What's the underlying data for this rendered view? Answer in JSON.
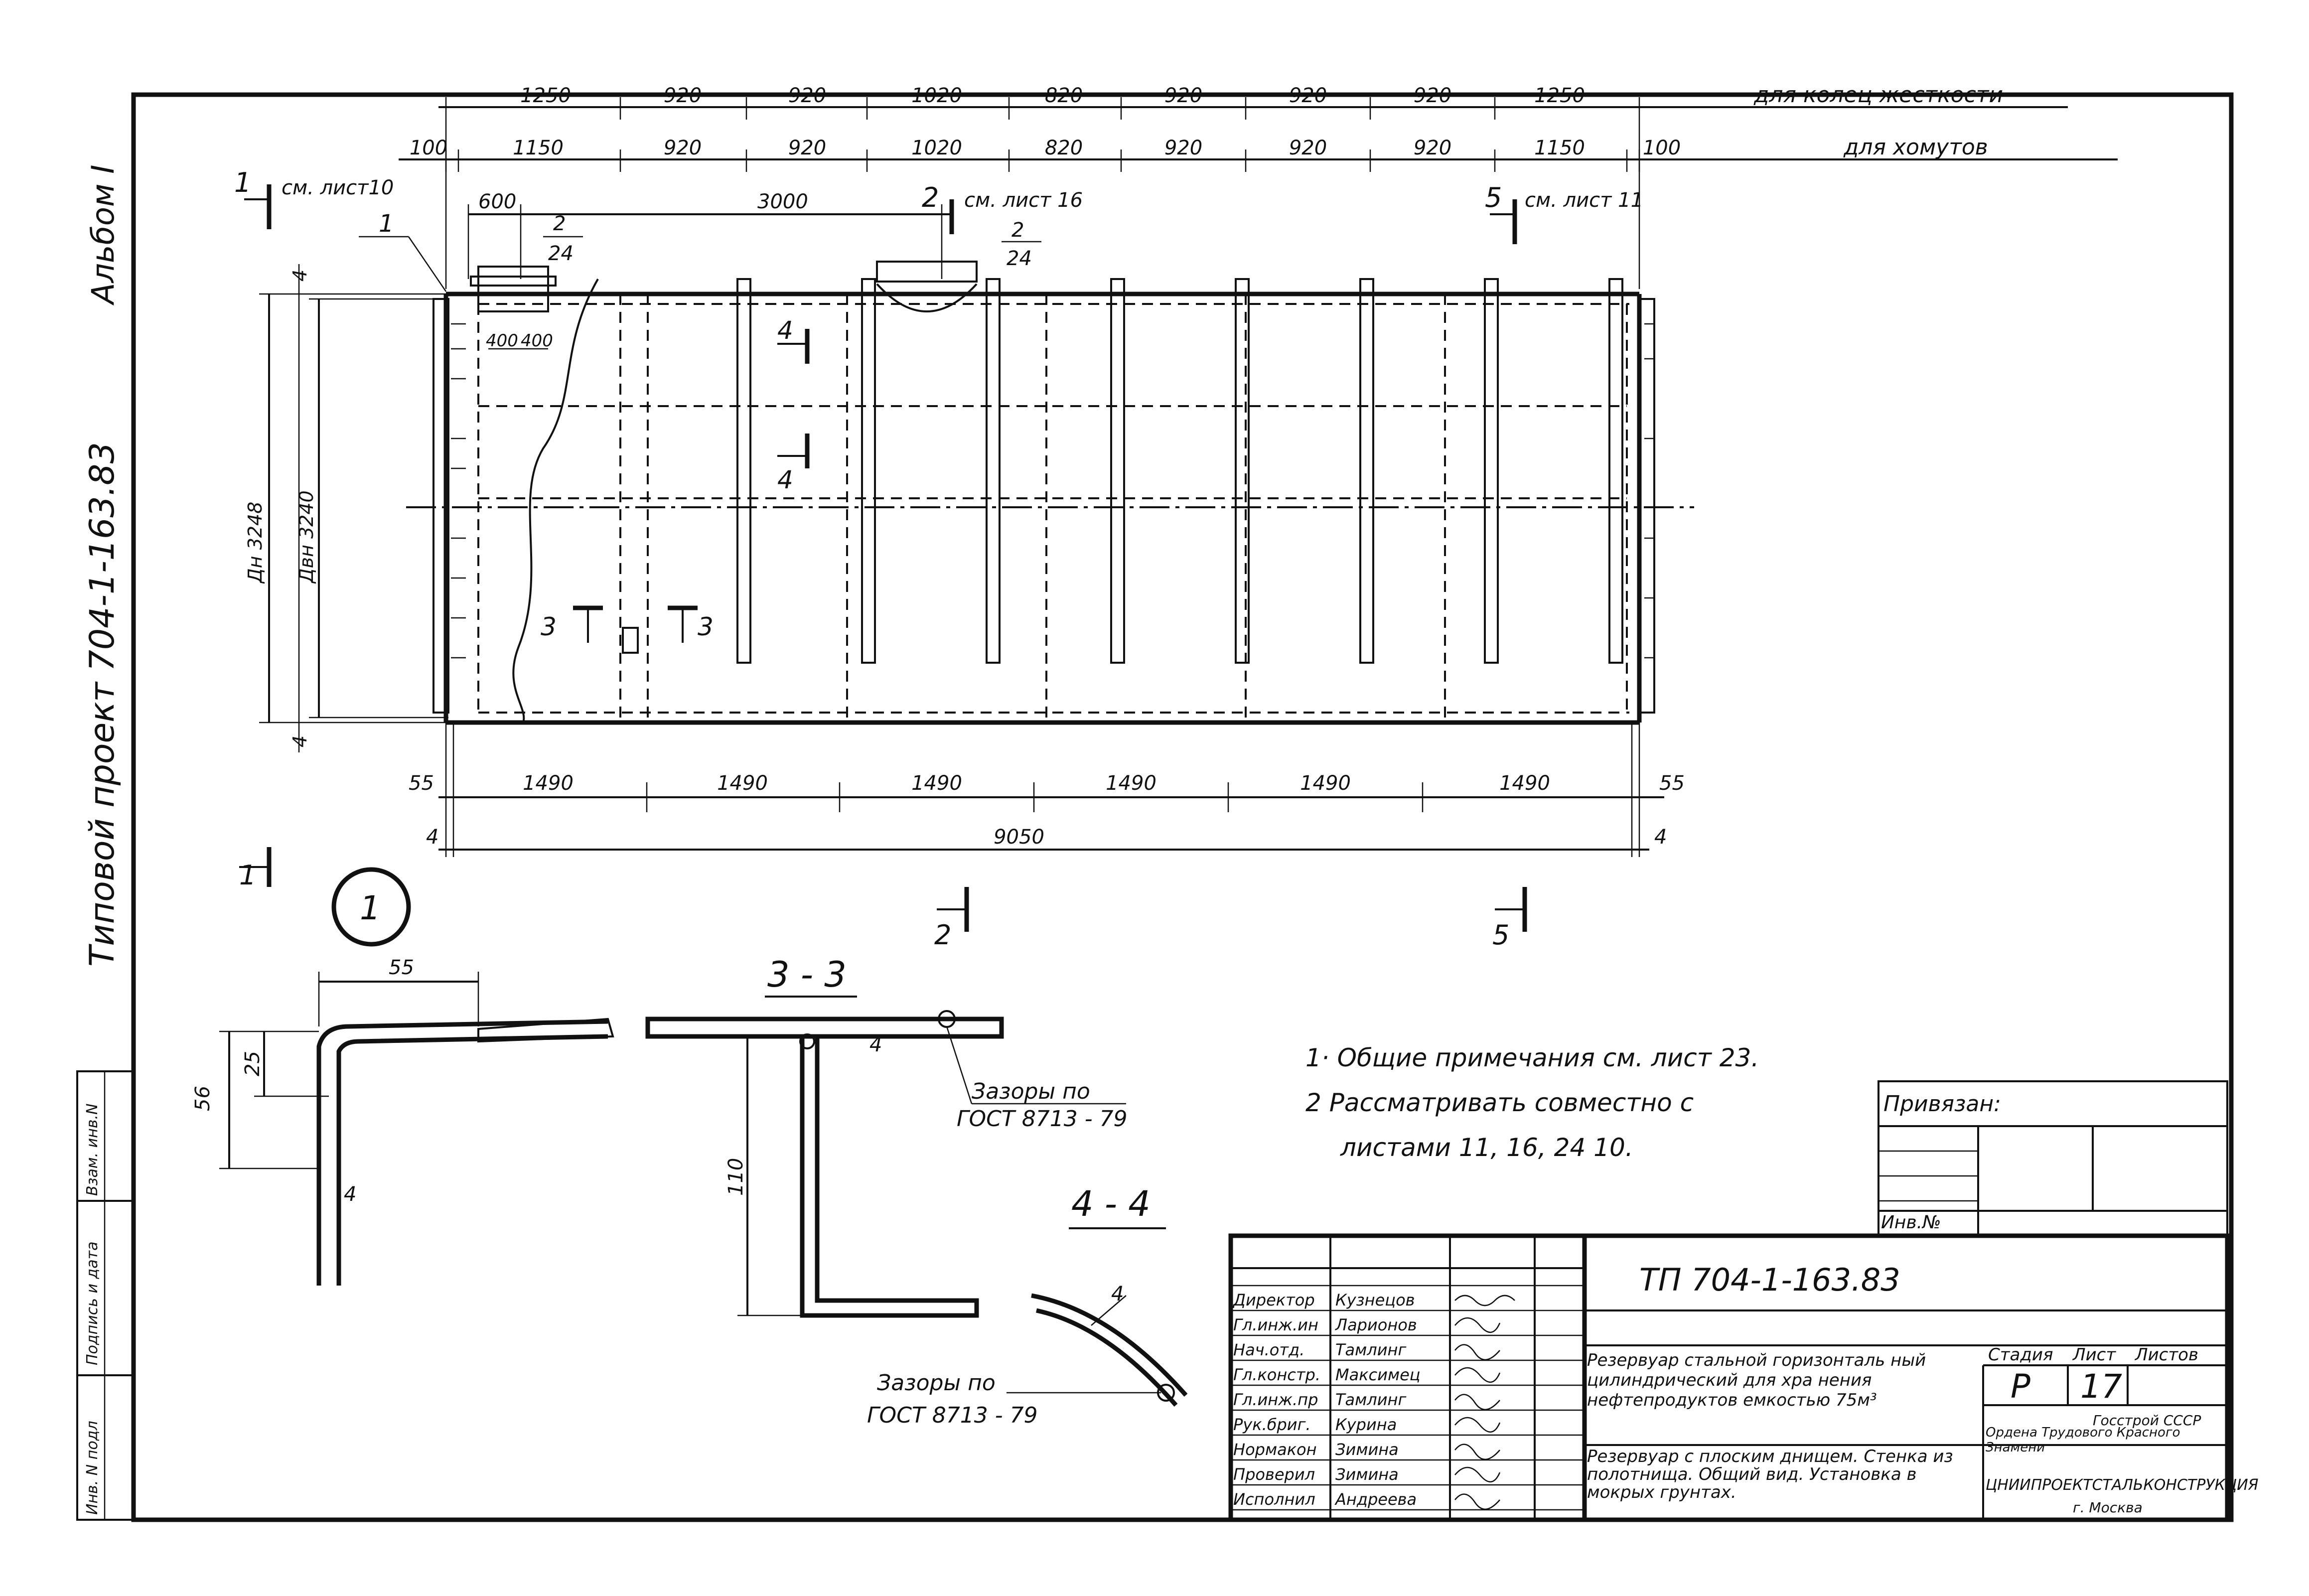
{
  "frame": {
    "album": "Альбом I",
    "project": "Типовой проект 704-1-163.83"
  },
  "dims": {
    "top_row1": [
      "1250",
      "920",
      "920",
      "1020",
      "820",
      "920",
      "920",
      "920",
      "1250"
    ],
    "top_row2": [
      "1150",
      "920",
      "920",
      "1020",
      "820",
      "920",
      "920",
      "920",
      "1150"
    ],
    "left_100": "100",
    "right_100": "100",
    "row1_label": "для колец жесткости",
    "row2_label": "для хомутов",
    "d600": "600",
    "d3000": "3000",
    "d400a": "400",
    "d400b": "400",
    "left_4_top": "4",
    "left_4_bot": "4",
    "dn": "Дн 3248",
    "dvn": "Двн 3240",
    "bottom_row": [
      "1490",
      "1490",
      "1490",
      "1490",
      "1490",
      "1490"
    ],
    "bottom_55_left": "55",
    "bottom_55_right": "55",
    "total": "9050",
    "total_4_left": "4",
    "total_4_right": "4"
  },
  "callouts": {
    "sec1": "1",
    "sec1_ref": "см. лист10",
    "sec2": "2",
    "sec2_ref": "см. лист 16",
    "sec5": "5",
    "sec5_ref": "см. лист 11",
    "item1": "1",
    "frac_num": "2",
    "frac_den": "24",
    "frac2_num": "2",
    "frac2_den": "24",
    "sec4": "4",
    "sec4b": "4",
    "sec3": "3",
    "sec3b": "3",
    "sec1_bottom": "1",
    "sec2_bottom": "2",
    "sec5_bottom": "5"
  },
  "detail1": {
    "label": "1",
    "d55": "55",
    "d56": "56",
    "d25": "25",
    "d4": "4"
  },
  "section33": {
    "title": "3 - 3",
    "d110": "110",
    "d4": "4",
    "gap_note": "Зазоры по",
    "gost": "ГОСТ 8713 - 79"
  },
  "section44": {
    "title": "4 - 4",
    "d4": "4",
    "gap_note": "Зазоры по",
    "gost": "ГОСТ 8713 - 79"
  },
  "notes": [
    "1· Общие примечания см. лист 23.",
    "2 Рассматривать совместно с",
    "листами 11, 16, 24 10."
  ],
  "binding": {
    "title": "Привязан:",
    "inv": "Инв.№"
  },
  "side_stamp": [
    "Инв. N подл",
    "Подпись и дата",
    "Взам. инв.N"
  ],
  "title_block": {
    "code": "ТП 704-1-163.83",
    "roles": [
      "Директор",
      "Гл.инж.ин",
      "Нач.отд.",
      "Гл.констр.",
      "Гл.инж.пр",
      "Рук.бриг.",
      "Нормакон",
      "Проверил",
      "Исполнил"
    ],
    "names": [
      "Кузнецов",
      "Ларионов",
      "Тамлинг",
      "Максимец",
      "Тамлинг",
      "Курина",
      "Зимина",
      "Зимина",
      "Андреева"
    ],
    "desc1": "Резервуар стальной горизонталь ный цилиндрический для хра нения нефтепродуктов емкостью 75м³",
    "desc2": "Резервуар с плоским днищем. Стенка из полотнища. Общий вид. Установка в мокрых грунтах.",
    "stage_h": "Стадия",
    "sheet_h": "Лист",
    "sheets_h": "Листов",
    "stage": "Р",
    "sheet": "17",
    "org1": "Госстрой СССР",
    "org2": "Ордена Трудового Красного Знамени",
    "org3": "ЦНИИПРОЕКТСТАЛЬКОНСТРУКЦИЯ",
    "org4": "г. Москва"
  }
}
